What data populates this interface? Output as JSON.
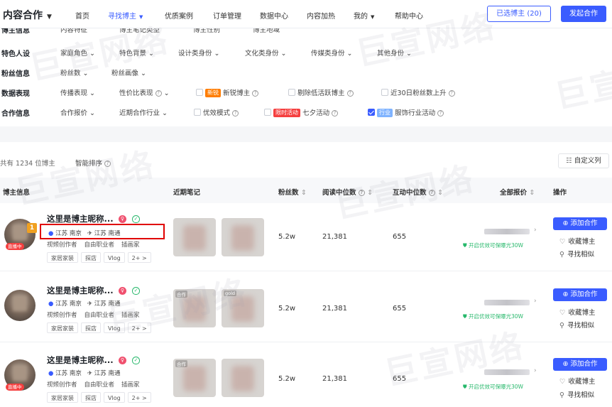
{
  "nav": {
    "brand": "内容合作",
    "items": [
      "首页",
      "寻找博主",
      "优质案例",
      "订单管理",
      "数据中心",
      "内容加热",
      "我的",
      "帮助中心"
    ],
    "selected_button": "已选博主 (20)",
    "launch_button": "发起合作"
  },
  "filters": {
    "partial_row": [
      "博主信息",
      "内容特征",
      "博主笔记类型",
      "博主性别",
      "博主地域"
    ],
    "special_persona": {
      "label": "特色人设",
      "options": [
        "家庭角色",
        "特色背景",
        "设计类身份",
        "文化类身份",
        "传媒类身份",
        "其他身份"
      ]
    },
    "fans_info": {
      "label": "粉丝信息",
      "options": [
        "粉丝数",
        "粉丝画像"
      ]
    },
    "data_performance": {
      "label": "数据表现",
      "options": [
        "传播表现",
        "性价比表现"
      ],
      "checks": [
        {
          "tag": "新锐",
          "label": "新锐博主",
          "checked": false,
          "tag_color": "#ff7d00"
        },
        {
          "label": "剔除低活跃博主",
          "checked": false
        },
        {
          "label": "近30日粉丝数上升",
          "checked": false
        }
      ]
    },
    "cooperation_info": {
      "label": "合作信息",
      "options": [
        "合作报价",
        "近期合作行业"
      ],
      "checks": [
        {
          "label": "优效模式",
          "checked": false
        },
        {
          "tag": "限时活动",
          "label": "七夕活动",
          "checked": false,
          "tag_color": "#f53f3f"
        },
        {
          "tag": "行业",
          "label": "服饰行业活动",
          "checked": true,
          "tag_color": "#7fb3ff"
        }
      ]
    }
  },
  "list": {
    "count_text": "共有 1234 位博主",
    "sort_label": "智能排序",
    "custom_columns": "自定义列",
    "columns": [
      "博主信息",
      "近期笔记",
      "粉丝数",
      "阅读中位数",
      "互动中位数",
      "全部报价",
      "操作"
    ],
    "rows": [
      {
        "name": "这里是博主昵称...",
        "rank": "1",
        "live_badge": "直播中",
        "location": "江苏 南京",
        "hometown": "江苏 南通",
        "roles": [
          "视频创作者",
          "自由职业者",
          "插画家"
        ],
        "tags": [
          "家居家装",
          "探店",
          "Vlog",
          "2+ >"
        ],
        "note_labels": [
          "",
          ""
        ],
        "fans": "5.2w",
        "read_median": "21,381",
        "interact_median": "655",
        "promo": "开启优效可保曝光30W",
        "actions": [
          "添加合作",
          "收藏博主",
          "寻找相似"
        ]
      },
      {
        "name": "这里是博主昵称...",
        "rank": "",
        "live_badge": "",
        "location": "江苏 南京",
        "hometown": "江苏 南通",
        "roles": [
          "视频创作者",
          "自由职业者",
          "插画家"
        ],
        "tags": [
          "家居家装",
          "探店",
          "Vlog",
          "2+ >"
        ],
        "note_labels": [
          "合作",
          "gold"
        ],
        "fans": "5.2w",
        "read_median": "21,381",
        "interact_median": "655",
        "promo": "开启优效可保曝光30W",
        "actions": [
          "添加合作",
          "收藏博主",
          "寻找相似"
        ]
      },
      {
        "name": "这里是博主昵称...",
        "rank": "",
        "live_badge": "直播中",
        "location": "江苏 南京",
        "hometown": "江苏 南通",
        "roles": [
          "视频创作者",
          "自由职业者",
          "插画家"
        ],
        "tags": [
          "家居家装",
          "探店",
          "Vlog",
          "2+ >"
        ],
        "note_labels": [
          "合作",
          ""
        ],
        "fans": "5.2w",
        "read_median": "21,381",
        "interact_median": "655",
        "promo": "开启优效可保曝光30W",
        "actions": [
          "添加合作",
          "收藏博主",
          "寻找相似"
        ]
      }
    ]
  },
  "watermark": "巨宣网络",
  "colors": {
    "accent": "#3a5cff",
    "success": "#27b86b",
    "danger": "#f53f3f",
    "highlight_box": "#e00000"
  }
}
